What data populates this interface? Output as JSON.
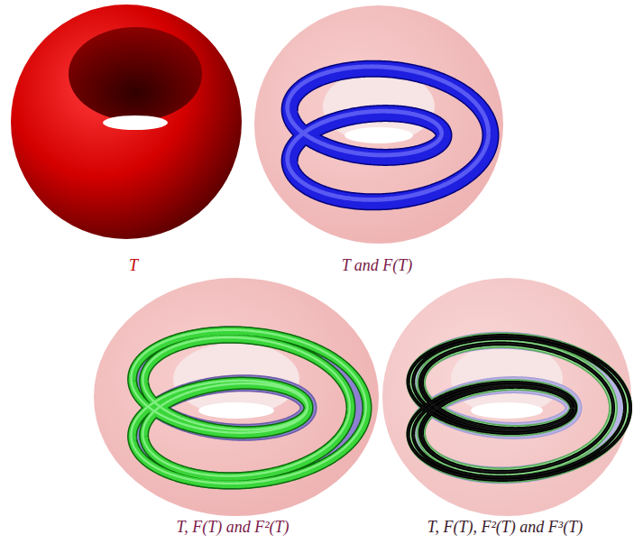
{
  "diagram": {
    "labels": [
      "T",
      "T and F(T)",
      "T, F(T) and F²(T)",
      "T, F(T), F²(T) and F³(T)"
    ]
  }
}
